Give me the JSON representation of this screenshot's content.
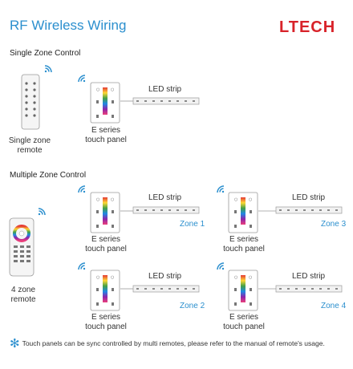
{
  "header": {
    "title": "RF Wireless Wiring",
    "brand": "LTECH"
  },
  "single": {
    "section_label": "Single Zone Control",
    "remote_caption": [
      "Single zone",
      "remote"
    ],
    "panel_caption": [
      "E series",
      "touch panel"
    ],
    "strip_label": "LED strip"
  },
  "multi": {
    "section_label": "Multiple Zone Control",
    "remote_caption": [
      "4 zone",
      "remote"
    ],
    "zones": [
      {
        "zone_label": "Zone 1",
        "strip_label": "LED strip",
        "panel_caption": [
          "E series",
          "touch panel"
        ]
      },
      {
        "zone_label": "Zone 3",
        "strip_label": "LED strip",
        "panel_caption": [
          "E series",
          "touch panel"
        ]
      },
      {
        "zone_label": "Zone 2",
        "strip_label": "LED strip",
        "panel_caption": [
          "E series",
          "touch panel"
        ]
      },
      {
        "zone_label": "Zone 4",
        "strip_label": "LED strip",
        "panel_caption": [
          "E series",
          "touch panel"
        ]
      }
    ]
  },
  "footer": {
    "note": "Touch panels can be sync controlled by multi remotes, please refer to the manual of remote's usage."
  },
  "colors": {
    "accent": "#2b8fce",
    "brand": "#d8232a"
  }
}
